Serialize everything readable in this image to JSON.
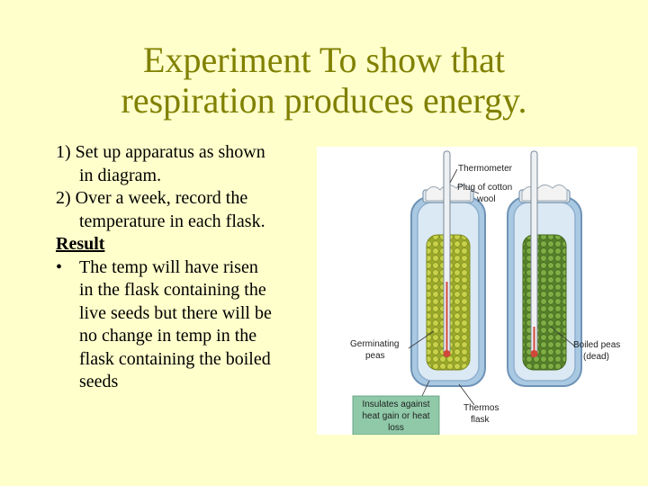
{
  "slide": {
    "title_line1": "Experiment To show that",
    "title_line2": "respiration produces energy.",
    "steps": [
      {
        "number": "1)",
        "line1": "Set up apparatus as shown",
        "line2": "in diagram."
      },
      {
        "number": "2)",
        "line1": "Over a week, record the",
        "line2": "temperature in each flask."
      }
    ],
    "result_heading": "Result",
    "bullet_symbol": "•",
    "result_lines": [
      "The temp will have risen",
      "in the flask containing the",
      "live seeds but there will be",
      "no change in temp in the",
      "flask containing the boiled",
      "seeds"
    ]
  },
  "diagram": {
    "thermometer": "Thermometer",
    "plug_line1": "Plug of cotton",
    "plug_line2": "wool",
    "germinating_line1": "Germinating",
    "germinating_line2": "peas",
    "boiled_line1": "Boiled peas",
    "boiled_line2": "(dead)",
    "thermos_line1": "Thermos",
    "thermos_line2": "flask",
    "insulates_line1": "Insulates against",
    "insulates_line2": "heat gain or heat",
    "insulates_line3": "loss"
  },
  "colors": {
    "background": "#ffffcc",
    "title": "#808000",
    "germinating_peas": "#b3bf33",
    "boiled_peas": "#6f9a3a",
    "flask_glass": "#a9c9e3",
    "insulates_box": "#8fc9a8"
  }
}
